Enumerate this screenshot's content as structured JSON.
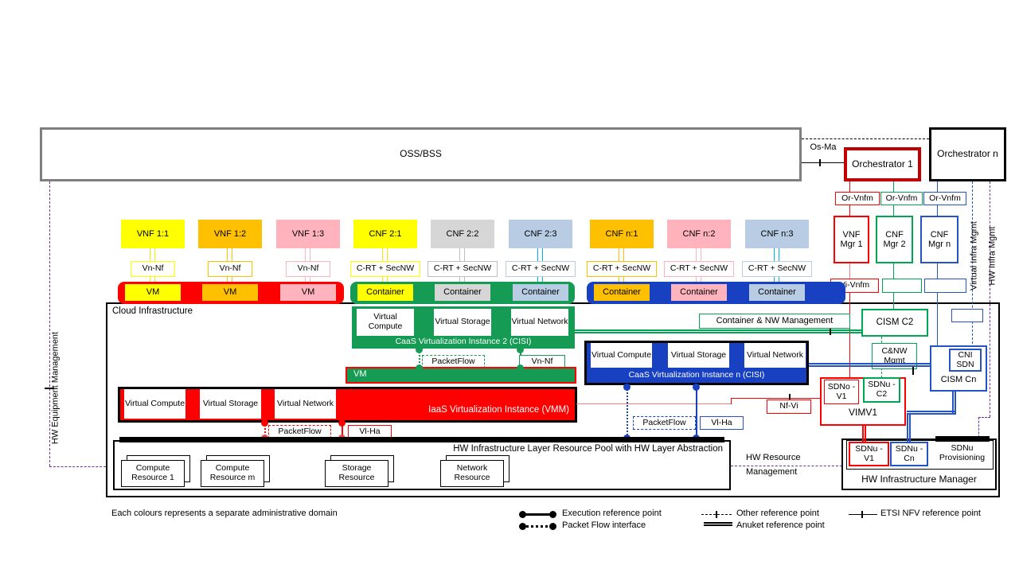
{
  "palette": {
    "red": "#FF0000",
    "dark_red": "#C00000",
    "salmon": "#F08080",
    "green": "#00A651",
    "green_fill": "#169B55",
    "blue_fill": "#1841C2",
    "blue_line": "#2353C4",
    "yellow": "#FFFF00",
    "orange": "#FFC000",
    "pink": "#FFB3BC",
    "gray_fill": "#D6D6D6",
    "gray_line": "#BFBFBF",
    "light_blue": "#B8CCE4",
    "cyan": "#00B0F0",
    "purple": "#7030A0",
    "oss_border_gray": "#7F7F7F"
  },
  "top": {
    "oss": "OSS/BSS",
    "os_ma": "Os-Ma",
    "orchestrator_1": "Orchestrator 1",
    "orchestrator_n": "Orchestrator n"
  },
  "managers": {
    "or_vnfm_1": "Or-Vnfm",
    "or_vnfm_2": "Or-Vnfm",
    "or_vnfm_3": "Or-Vnfm",
    "vnf_mgr_1": "VNF Mgr 1",
    "cnf_mgr_2": "CNF Mgr 2",
    "cnf_mgr_n": "CNF Mgr n",
    "vi_vnfm": "Vi-Vnfm",
    "virtual_infra_mgmt": "Virtual Infra Mgmt",
    "hw_infra_mgmt": "HW Infra Mgmt"
  },
  "nf_row": {
    "vnf_1_1": "VNF 1:1",
    "vnf_1_2": "VNF 1:2",
    "vnf_1_3": "VNF 1:3",
    "cnf_2_1": "CNF 2:1",
    "cnf_2_2": "CNF 2:2",
    "cnf_2_3": "CNF 2:3",
    "cnf_n_1": "CNF n:1",
    "cnf_n_2": "CNF n:2",
    "cnf_n_3": "CNF n:3",
    "vn_nf": "Vn-Nf",
    "c_rt_secnw": "C-RT + SecNW",
    "vm": "VM",
    "container": "Container"
  },
  "cloud": {
    "title": "Cloud Infrastructure",
    "hw_equipment_mgmt": "HW Equipment Management",
    "caas2": {
      "title": "CaaS Virtualization Instance 2 (CISI)",
      "compute": "Virtual Compute",
      "storage": "Virtual Storage",
      "network": "Virtual Network",
      "packetflow": "PacketFlow",
      "vn_nf": "Vn-Nf"
    },
    "vm_bar": "VM",
    "iaas": {
      "title": "IaaS Virtualization Instance (VMM)",
      "compute": "Virtual Compute",
      "storage": "Virtual Storage",
      "network": "Virtual Network",
      "packetflow": "PacketFlow",
      "vl_ha": "Vl-Ha"
    },
    "caasn": {
      "title": "CaaS Virtualization Instance n (CISI)",
      "compute": "Virtual Compute",
      "storage": "Virtual Storage",
      "network": "Virtual Network",
      "packetflow": "PacketFlow",
      "vl_ha": "Vl-Ha"
    },
    "container_nw_mgmt": "Container & NW Management",
    "cism_c2": "CISM C2",
    "cnw_mgmt": "C&NW Mgmt",
    "cni_sdn": "CNI SDN",
    "cism_cn": "CISM Cn",
    "nf_vi": "Nf-Vi",
    "vim": {
      "sdno_v1": "SDNo -V1",
      "sdnu_c2": "SDNu -C2",
      "title": "VIMV1"
    },
    "pool": {
      "title": "HW Infrastructure Layer Resource Pool with HW Layer Abstraction",
      "compute_1": "Compute Resource 1",
      "compute_m": "Compute Resource m",
      "storage": "Storage Resource",
      "network": "Network Resource"
    },
    "hw_resource_mgmt_1": "HW Resource",
    "hw_resource_mgmt_2": "Management",
    "hw_mgr": {
      "sdnu_v1": "SDNu -V1",
      "sdnu_cn": "SDNu -Cn",
      "sdnu_prov": "SDNu Provisioning",
      "title": "HW Infrastructure Manager"
    }
  },
  "legend": {
    "note": "Each colours represents a separate administrative domain",
    "execution": "Execution reference point",
    "packet_flow": "Packet Flow interface",
    "other": "Other reference point",
    "anuket": "Anuket reference point",
    "etsi": "ETSI NFV reference point"
  }
}
